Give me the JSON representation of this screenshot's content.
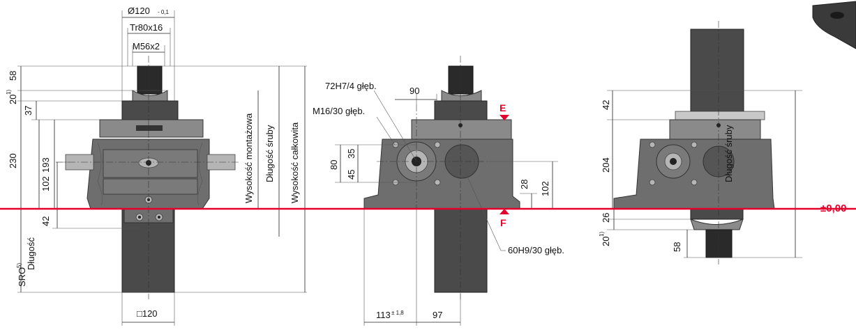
{
  "left_view": {
    "dia_main": "Ø120",
    "dia_tol": "- 0,1",
    "thread_tr": "Tr80x16",
    "thread_m": "M56x2",
    "dim_58": "58",
    "dim_20": "20",
    "note_1": "1)",
    "dim_37": "37",
    "dim_230": "230",
    "dim_193": "193",
    "dim_102": "102",
    "dim_42": "42",
    "label_sro": "SRO",
    "note_5": "5)",
    "label_dlugosc": "Długość",
    "label_mount_height": "Wysokość montażowa",
    "label_screw_length": "Długość śruby",
    "label_total_height": "Wysokość całkowita",
    "square_120": "□120"
  },
  "middle_view": {
    "hole_72": "72H7/4 głęb.",
    "dim_90": "90",
    "hole_m16": "M16/30 głęb.",
    "marker_e": "E",
    "marker_f": "F",
    "dim_80": "80",
    "dim_35": "35",
    "dim_45": "45",
    "dim_28": "28",
    "dim_102": "102",
    "hole_60": "60H9/30 głęb.",
    "dim_113": "113",
    "dim_113_tol": "± 1,8",
    "dim_97": "97"
  },
  "right_view": {
    "dim_42": "42",
    "dim_204": "204",
    "dim_26": "26",
    "dim_20": "20",
    "note_1": "1)",
    "dim_58": "58",
    "label_screw_length": "Długość śruby"
  },
  "reference_level": "±0,00",
  "colors": {
    "reference_line": "#e4002b",
    "body": "#6e6e6e"
  }
}
